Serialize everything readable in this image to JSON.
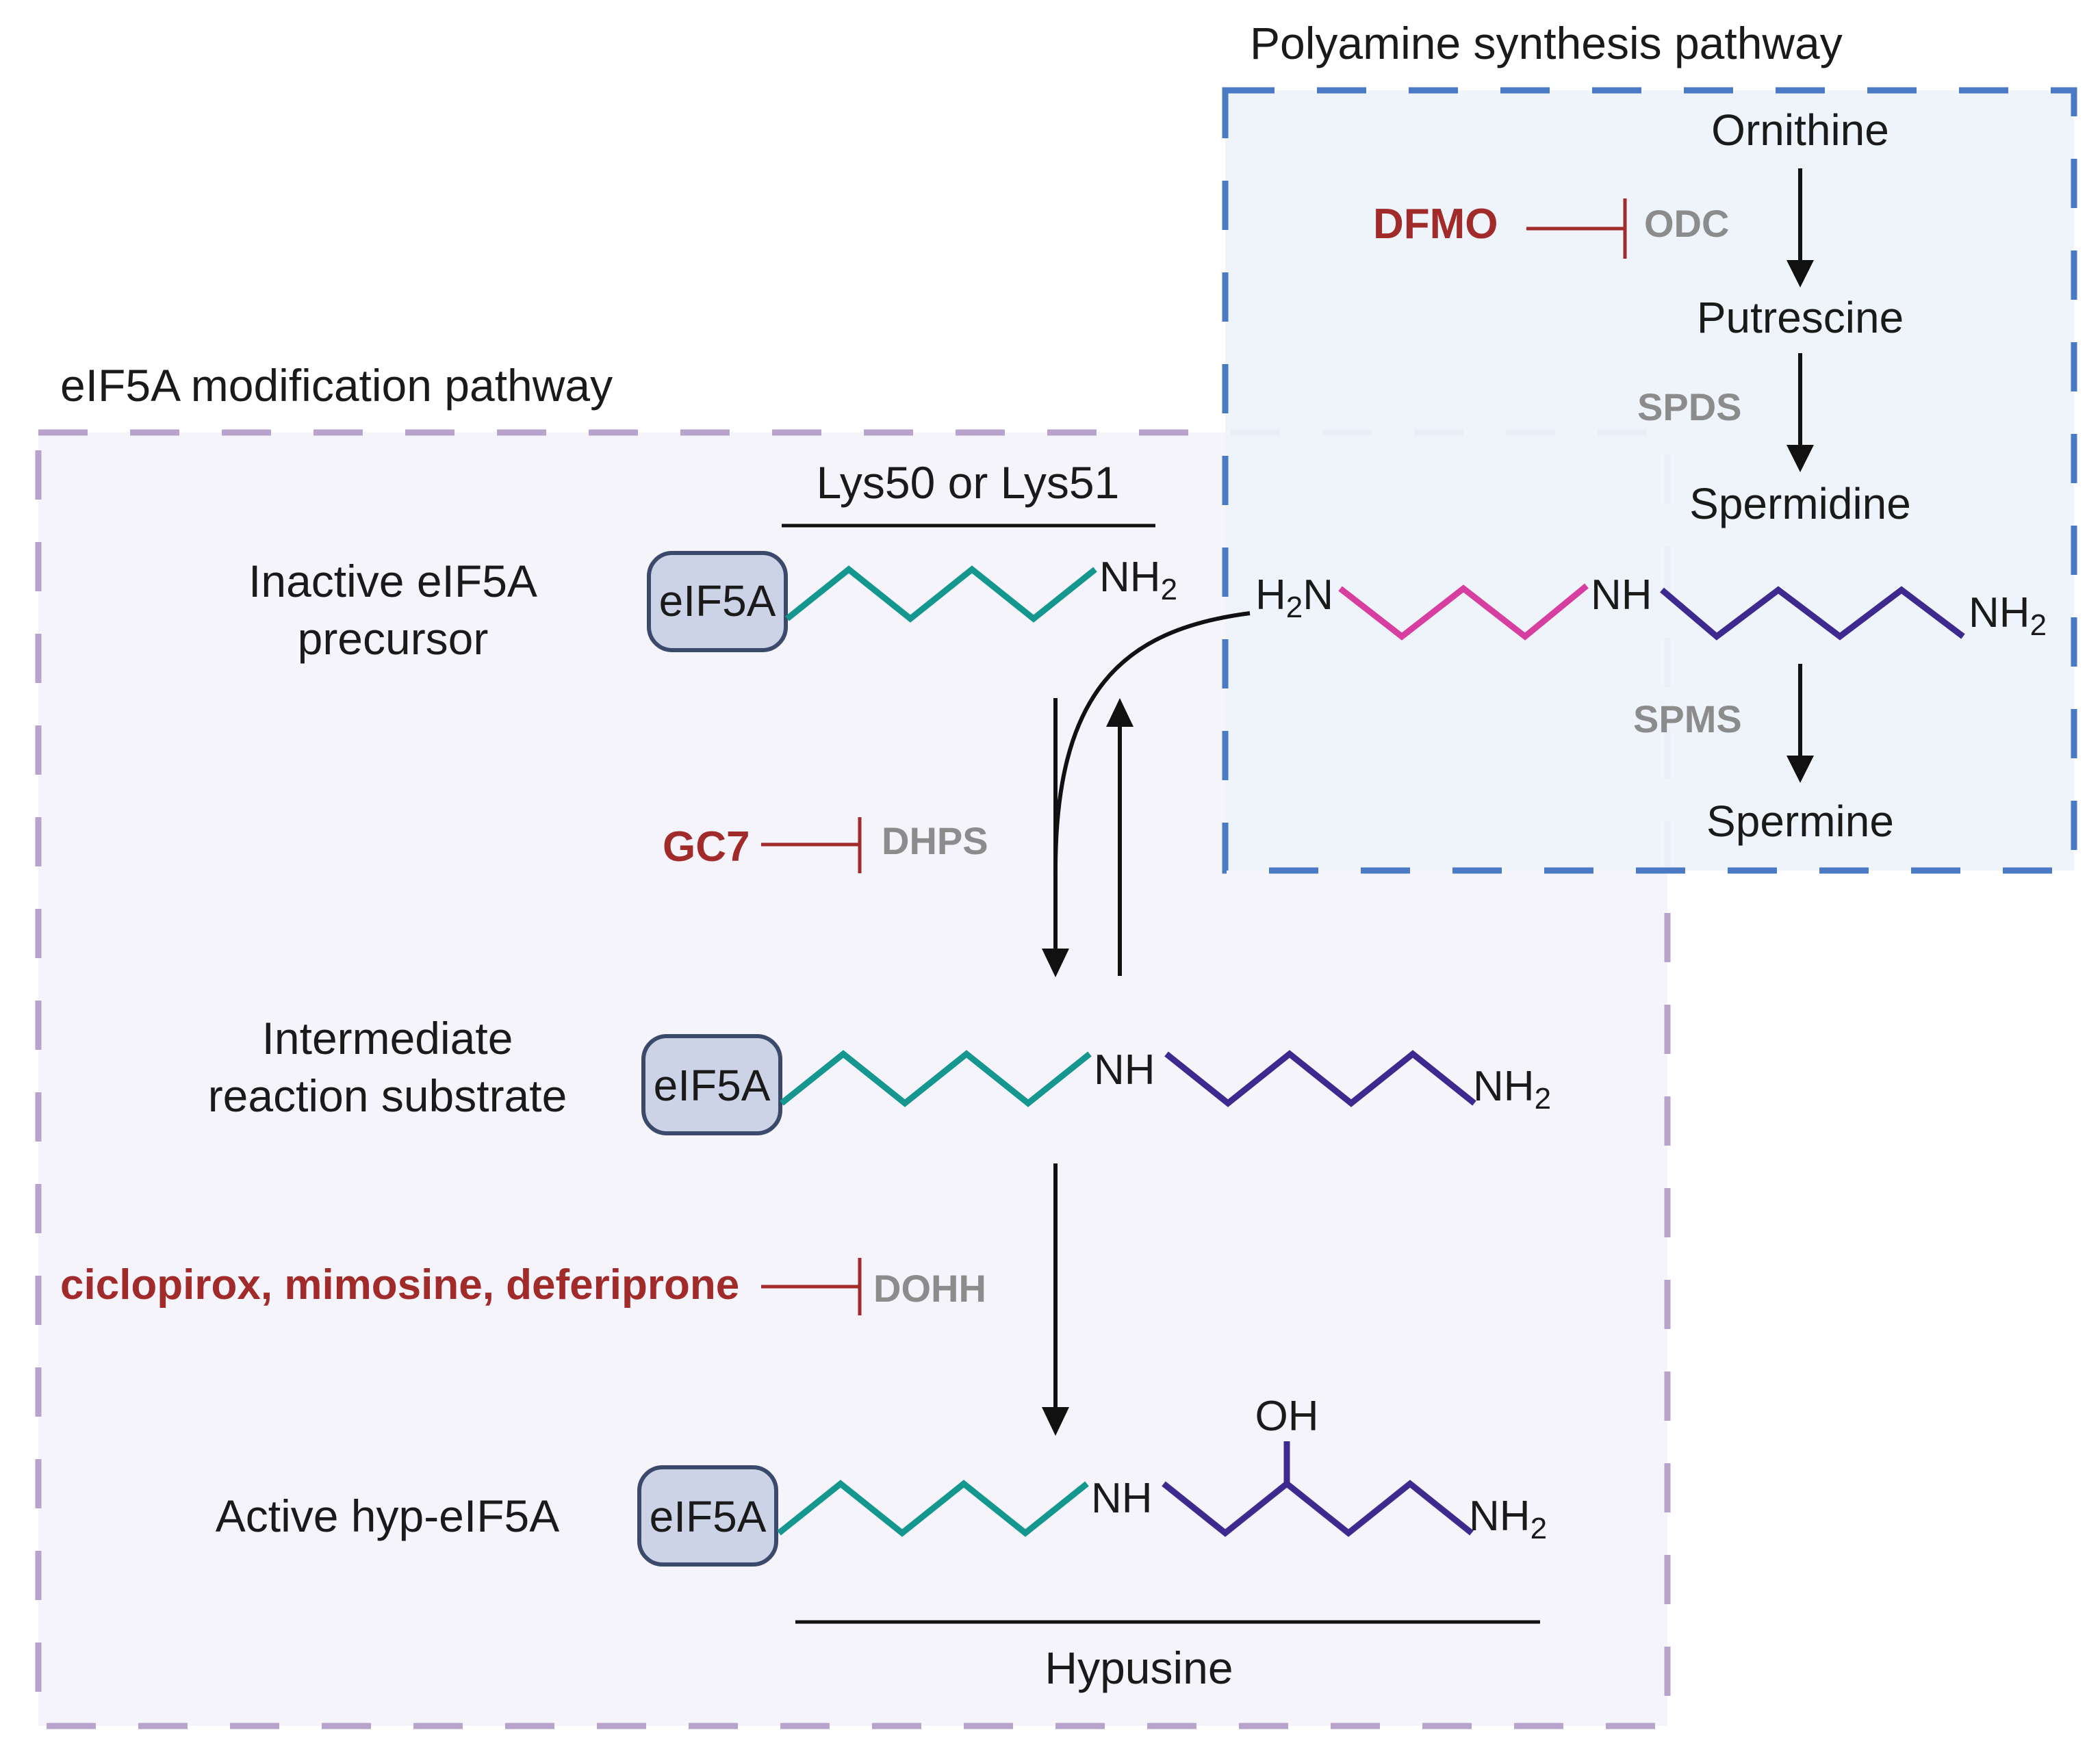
{
  "polyamine_box": {
    "title": "Polyamine synthesis pathway",
    "ornithine": "Ornithine",
    "putrescine": "Putrescine",
    "spermidine": "Spermidine",
    "spermine": "Spermine",
    "odc": "ODC",
    "spds": "SPDS",
    "spms": "SPMS",
    "dfmo": "DFMO",
    "h2n_left": "H",
    "h2n_sub": "2",
    "h2n_right": "N",
    "nh": "NH",
    "nh2": "NH",
    "nh2_sub": "2",
    "box_color": "#4a7ac4",
    "box_fill": "#eef3fa"
  },
  "eif5a_box": {
    "title": "eIF5A modification pathway",
    "lys_label": "Lys50 or Lys51",
    "hypusine_label": "Hypusine",
    "box_color": "#b8a3cc",
    "box_fill": "#f5f4fb",
    "rows": [
      {
        "label_line1": "Inactive eIF5A",
        "label_line2": "precursor",
        "protein": "eIF5A",
        "nh2": "NH",
        "nh2_sub": "2"
      },
      {
        "label_line1": "Intermediate",
        "label_line2": "reaction substrate",
        "protein": "eIF5A",
        "nh": "NH",
        "nh2": "NH",
        "nh2_sub": "2"
      },
      {
        "label_line1": "Active hyp-eIF5A",
        "protein": "eIF5A",
        "nh": "NH",
        "nh2": "NH",
        "nh2_sub": "2",
        "oh": "OH"
      }
    ],
    "dhps": "DHPS",
    "gc7": "GC7",
    "dohh": "DOHH",
    "dohh_inhibitors": "ciclopirox, mimosine, deferiprone"
  },
  "colors": {
    "teal": "#15978f",
    "purple": "#3e2a8f",
    "pink": "#d63ea0",
    "inhibitor_red": "#a12a2a",
    "enzyme_gray": "#8c8c8c",
    "protein_fill": "#cdd3e6",
    "protein_stroke": "#3b4a6b"
  }
}
